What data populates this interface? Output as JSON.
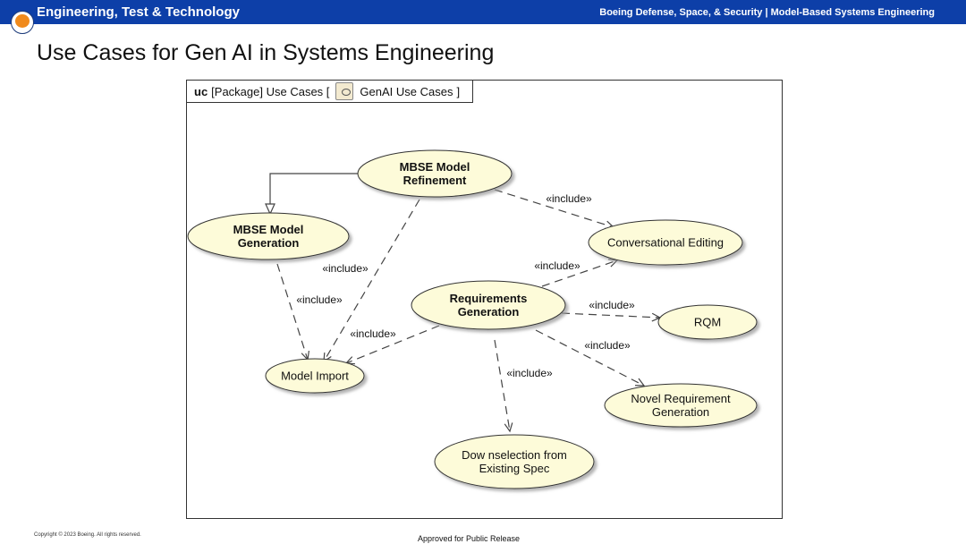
{
  "header": {
    "section": "Engineering, Test & Technology",
    "org": "Boeing Defense, Space, & Security | Model-Based Systems Engineering"
  },
  "slide": {
    "title": "Use Cases for Gen AI in Systems Engineering"
  },
  "diagram": {
    "frame_keyword": "uc",
    "frame_label_prefix": "[Package] Use Cases [",
    "frame_label_name": "GenAI Use Cases",
    "frame_label_suffix": "]",
    "use_cases": [
      {
        "id": "refine",
        "lines": [
          "MBSE Model",
          "Refinement"
        ],
        "bold": true
      },
      {
        "id": "gen",
        "lines": [
          "MBSE Model",
          "Generation"
        ],
        "bold": true
      },
      {
        "id": "conv",
        "lines": [
          "Conversational Editing"
        ],
        "bold": false
      },
      {
        "id": "req",
        "lines": [
          "Requirements",
          "Generation"
        ],
        "bold": true
      },
      {
        "id": "rqm",
        "lines": [
          "RQM"
        ],
        "bold": false
      },
      {
        "id": "import",
        "lines": [
          "Model Import"
        ],
        "bold": false
      },
      {
        "id": "novel",
        "lines": [
          "Novel Requirement",
          "Generation"
        ],
        "bold": false
      },
      {
        "id": "down",
        "lines": [
          "Dow nselection from",
          "Existing Spec"
        ],
        "bold": false
      }
    ],
    "relations": [
      {
        "type": "generalization",
        "from": "refine",
        "to": "gen"
      },
      {
        "type": "include",
        "from": "refine",
        "to": "conv",
        "label": "«include»"
      },
      {
        "type": "include",
        "from": "refine",
        "to": "import",
        "label": "«include»"
      },
      {
        "type": "include",
        "from": "gen",
        "to": "import",
        "label": "«include»"
      },
      {
        "type": "include",
        "from": "req",
        "to": "import",
        "label": "«include»"
      },
      {
        "type": "include",
        "from": "req",
        "to": "conv",
        "label": "«include»"
      },
      {
        "type": "include",
        "from": "req",
        "to": "rqm",
        "label": "«include»"
      },
      {
        "type": "include",
        "from": "req",
        "to": "novel",
        "label": "«include»"
      },
      {
        "type": "include",
        "from": "req",
        "to": "down",
        "label": "«include»"
      }
    ]
  },
  "footer": {
    "copyright": "Copyright © 2023 Boeing. All rights reserved.",
    "approval": "Approved for Public Release"
  },
  "colors": {
    "header_bar": "#0d3fa8",
    "use_case_fill": "#fdfbd9",
    "logo_orange": "#f08a1c"
  }
}
